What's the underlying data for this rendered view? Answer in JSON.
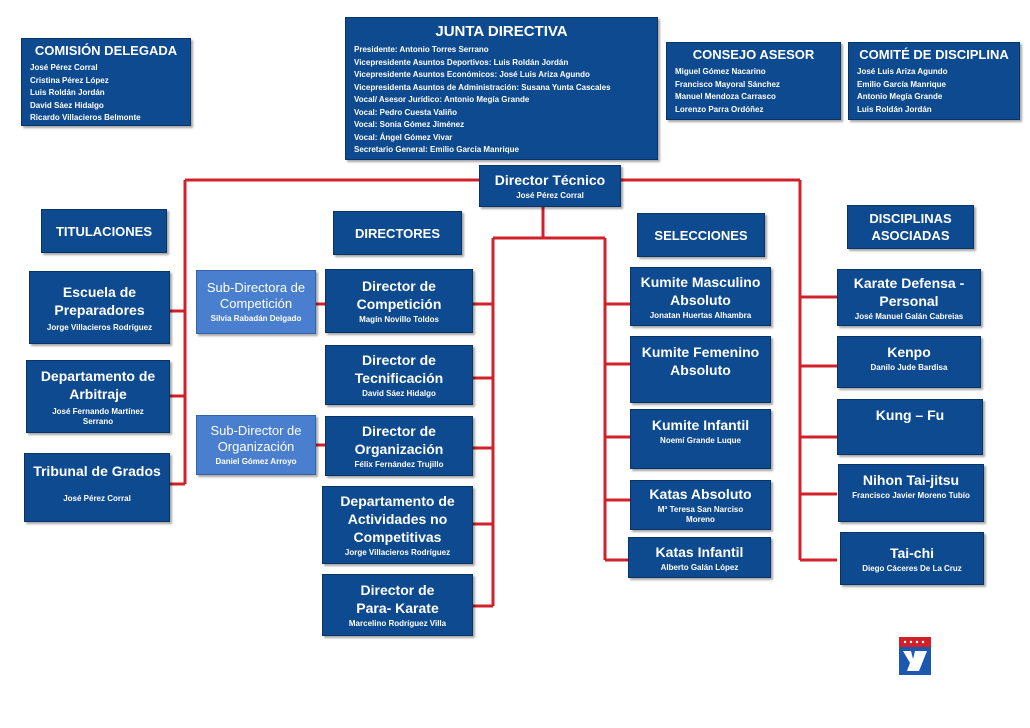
{
  "colors": {
    "box": "#0e4a8f",
    "box_light": "#4a7fd0",
    "connector": "#d0202a",
    "text": "#ffffff"
  },
  "comision_delegada": {
    "title": "COMISIÓN DELEGADA",
    "members": [
      "José Pérez Corral",
      "Cristina Pérez López",
      "Luis Roldán Jordán",
      "David Sáez Hidalgo",
      "Ricardo Villacieros Belmonte"
    ]
  },
  "junta_directiva": {
    "title": "JUNTA DIRECTIVA",
    "members": [
      "Presidente:  Antonio Torres Serrano",
      "Vicepresidente Asuntos Deportivos: Luis Roldán Jordán",
      "Vicepresidente Asuntos Económicos: José Luis Ariza Agundo",
      "Vicepresidenta Asuntos de Administración: Susana Yunta Cascales",
      "Vocal/ Asesor Jurídico: Antonio Megía Grande",
      "Vocal: Pedro Cuesta Valiño",
      "Vocal: Sonia Gómez Jiménez",
      "Vocal: Ángel Gómez Vivar",
      "Secretario General: Emilio García Manrique"
    ]
  },
  "consejo_asesor": {
    "title": "CONSEJO ASESOR",
    "members": [
      "Miguel Gómez Nacarino",
      "Francisco Mayoral Sánchez",
      "Manuel Mendoza Carrasco",
      "Lorenzo Parra Ordóñez"
    ]
  },
  "comite_disciplina": {
    "title": "COMITÉ DE DISCIPLINA",
    "members": [
      "José Luis Ariza Agundo",
      "Emilio García Manrique",
      "Antonio Megía Grande",
      "Luis Roldán Jordán"
    ]
  },
  "director_tecnico": {
    "title": "Director Técnico",
    "name": "José Pérez Corral"
  },
  "headers": {
    "titulaciones": "TITULACIONES",
    "directores": "DIRECTORES",
    "selecciones": "SELECCIONES",
    "disciplinas": "DISCIPLINAS ASOCIADAS"
  },
  "titulaciones": [
    {
      "title": "Escuela de Preparadores",
      "name": "Jorge Villacieros Rodríguez"
    },
    {
      "title": "Departamento de Arbitraje",
      "name": "José Fernando Martínez Serrano"
    },
    {
      "title": "Tribunal de Grados",
      "name": "José Pérez Corral"
    }
  ],
  "subdirectores": [
    {
      "title": "Sub-Directora de Competición",
      "name": "Silvia Rabadán Delgado"
    },
    {
      "title": "Sub-Director de Organización",
      "name": "Daniel Gómez Arroyo"
    }
  ],
  "directores": [
    {
      "title": "Director de Competición",
      "name": "Magín Novillo Toldos"
    },
    {
      "title": "Director de Tecnificación",
      "name": "David Sáez Hidalgo"
    },
    {
      "title": "Director de Organización",
      "name": "Félix Fernández Trujillo"
    },
    {
      "title": "Departamento de Actividades no Competitivas",
      "name": "Jorge Villacieros Rodríguez"
    },
    {
      "title": "Director de Para- Karate",
      "name": "Marcelino Rodríguez Villa"
    }
  ],
  "selecciones": [
    {
      "title": "Kumite Masculino Absoluto",
      "name": "Jonatan Huertas Alhambra"
    },
    {
      "title": "Kumite Femenino Absoluto",
      "name": ""
    },
    {
      "title": "Kumite Infantil",
      "name": "Noemí Grande Luque"
    },
    {
      "title": "Katas Absoluto",
      "name": "Mª Teresa San Narciso Moreno"
    },
    {
      "title": "Katas Infantil",
      "name": "Alberto Galán López"
    }
  ],
  "disciplinas": [
    {
      "title": "Karate Defensa - Personal",
      "name": "José Manuel Galán Cabreias"
    },
    {
      "title": "Kenpo",
      "name": "Danilo Jude Bardisa"
    },
    {
      "title": "Kung – Fu",
      "name": ""
    },
    {
      "title": "Nihon Tai-jitsu",
      "name": "Francisco Javier Moreno Tubío"
    },
    {
      "title": "Tai-chi",
      "name": "Diego Cáceres De La Cruz"
    }
  ]
}
